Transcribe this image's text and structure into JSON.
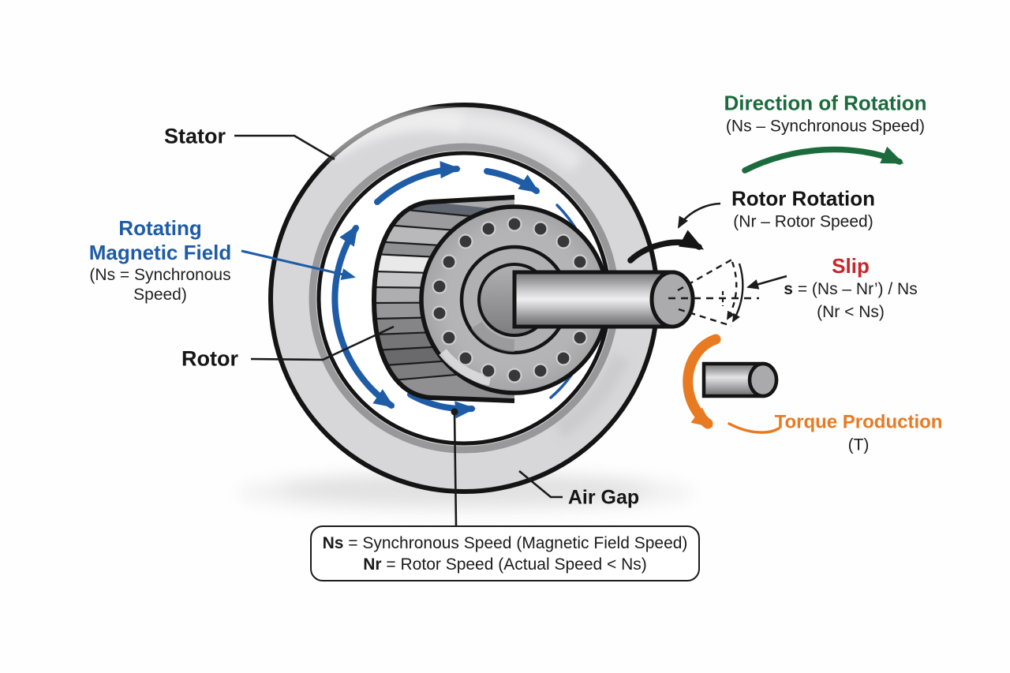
{
  "colors": {
    "field_blue": "#1e5ca6",
    "rotation_green": "#1b6b3d",
    "slip_red": "#c9252b",
    "torque_orange": "#e87a22",
    "ink": "#1b1b1b",
    "stator_gray": "#d7d7d9",
    "rotor_gray": "#9a9a9c"
  },
  "labels": {
    "stator": "Stator",
    "rotating_field": {
      "line1": "Rotating",
      "line2": "Magnetic Field",
      "sub1": "(Ns = Synchronous",
      "sub2": "Speed)"
    },
    "rotor": "Rotor",
    "direction": {
      "title": "Direction of Rotation",
      "sub": "(Ns – Synchronous Speed)"
    },
    "rotor_rotation": {
      "title": "Rotor Rotation",
      "sub": "(Nr – Rotor Speed)"
    },
    "slip": {
      "title": "Slip",
      "formula_term": "s",
      "formula_rest": " = (Ns – Nr’) / Ns",
      "condition": "(Nr < Ns)"
    },
    "torque": {
      "title": "Torque Production",
      "sub": "(T)"
    },
    "air_gap": "Air Gap",
    "legend": {
      "line1_term": "Ns",
      "line1_rest": " = Synchronous Speed (Magnetic Field Speed)",
      "line2_term": "Nr",
      "line2_rest": " = Rotor Speed (Actual Speed < Ns)"
    }
  }
}
